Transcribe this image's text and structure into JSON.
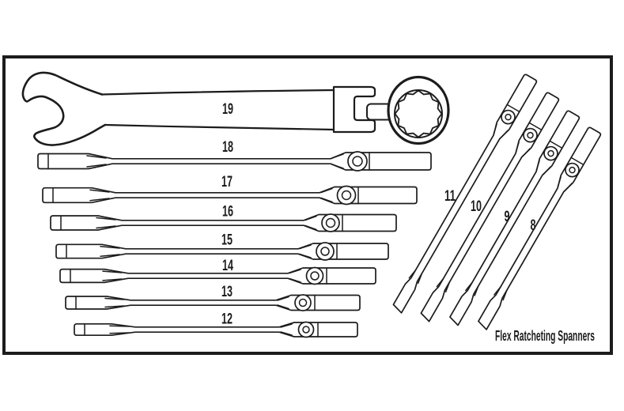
{
  "colors": {
    "line": "#1c1c1c",
    "background": "#ffffff"
  },
  "caption": "Flex Ratcheting Spanners",
  "spanners": [
    {
      "size": "19",
      "orientation": "horizontal"
    },
    {
      "size": "18",
      "orientation": "horizontal"
    },
    {
      "size": "17",
      "orientation": "horizontal"
    },
    {
      "size": "16",
      "orientation": "horizontal"
    },
    {
      "size": "15",
      "orientation": "horizontal"
    },
    {
      "size": "14",
      "orientation": "horizontal"
    },
    {
      "size": "13",
      "orientation": "horizontal"
    },
    {
      "size": "12",
      "orientation": "horizontal"
    },
    {
      "size": "11",
      "orientation": "diagonal"
    },
    {
      "size": "10",
      "orientation": "diagonal"
    },
    {
      "size": "9",
      "orientation": "diagonal"
    },
    {
      "size": "8",
      "orientation": "diagonal"
    }
  ]
}
